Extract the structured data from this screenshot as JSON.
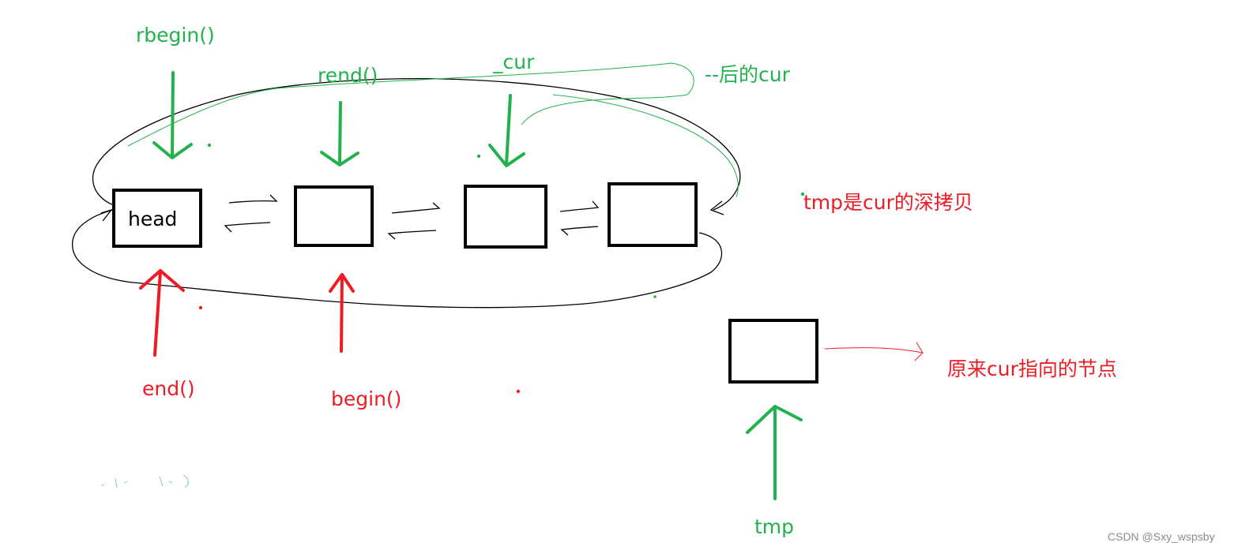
{
  "labels": {
    "rbegin": "rbegin()",
    "rend": "rend()",
    "cur": "_cur",
    "after_decrement": "--后的cur",
    "tmp_deep_copy": "tmp是cur的深拷贝",
    "head": "head",
    "end": "end()",
    "begin": "begin()",
    "original_node": "原来cur指向的节点",
    "tmp": "tmp"
  },
  "watermark": "CSDN @Sxy_wspsby",
  "colors": {
    "green": "#22b14c",
    "red": "#ed1c24",
    "black": "#000000",
    "background": "#ffffff"
  }
}
